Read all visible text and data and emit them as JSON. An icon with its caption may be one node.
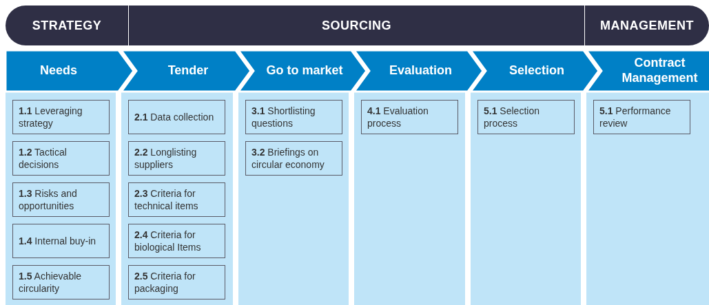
{
  "diagram": {
    "nodes": [
      {
        "text": [
          "STRATEGY"
        ]
      },
      {
        "text": [
          "SOURCING"
        ]
      },
      {
        "text": [
          "MANAGEMENT"
        ]
      },
      {
        "text": [
          "Needs"
        ]
      },
      {
        "text": [
          "**1.1** Leveraging strategy"
        ],
        "in": 3
      },
      {
        "text": [
          "**1.2** Tactical decisions"
        ],
        "in": 3
      },
      {
        "text": [
          "**1.3** Risks and opportunities"
        ],
        "in": 3
      },
      {
        "text": [
          "**1.4** Internal buy-in"
        ],
        "in": 3
      },
      {
        "text": [
          "**1.5** Achievable circularity"
        ],
        "in": 3
      },
      {
        "text": [
          "Tender"
        ]
      },
      {
        "text": [
          "**2.1** Data collection"
        ],
        "in": 9
      },
      {
        "text": [
          "**2.2** Longlisting suppliers"
        ],
        "in": 9
      },
      {
        "text": [
          "**2.3** Criteria for technical items"
        ],
        "in": 9
      },
      {
        "text": [
          "**2.4** Criteria for biological Items"
        ],
        "in": 9
      },
      {
        "text": [
          "**2.5** Criteria for packaging"
        ],
        "in": 9
      },
      {
        "text": [
          "Go to market"
        ]
      },
      {
        "text": [
          "**3.1** Shortlisting questions"
        ],
        "in": 15
      },
      {
        "text": [
          "**3.2** Briefings on circular economy"
        ],
        "in": 15
      },
      {
        "text": [
          "Evaluation"
        ]
      },
      {
        "text": [
          "**4.1** Evaluation process"
        ],
        "in": 18
      },
      {
        "text": [
          "Selection"
        ]
      },
      {
        "text": [
          "**5.1** Selection process"
        ],
        "in": 20
      },
      {
        "text": [
          "Contract Management"
        ]
      },
      {
        "text": [
          "**5.1** Performance review"
        ],
        "in": 22
      }
    ]
  }
}
